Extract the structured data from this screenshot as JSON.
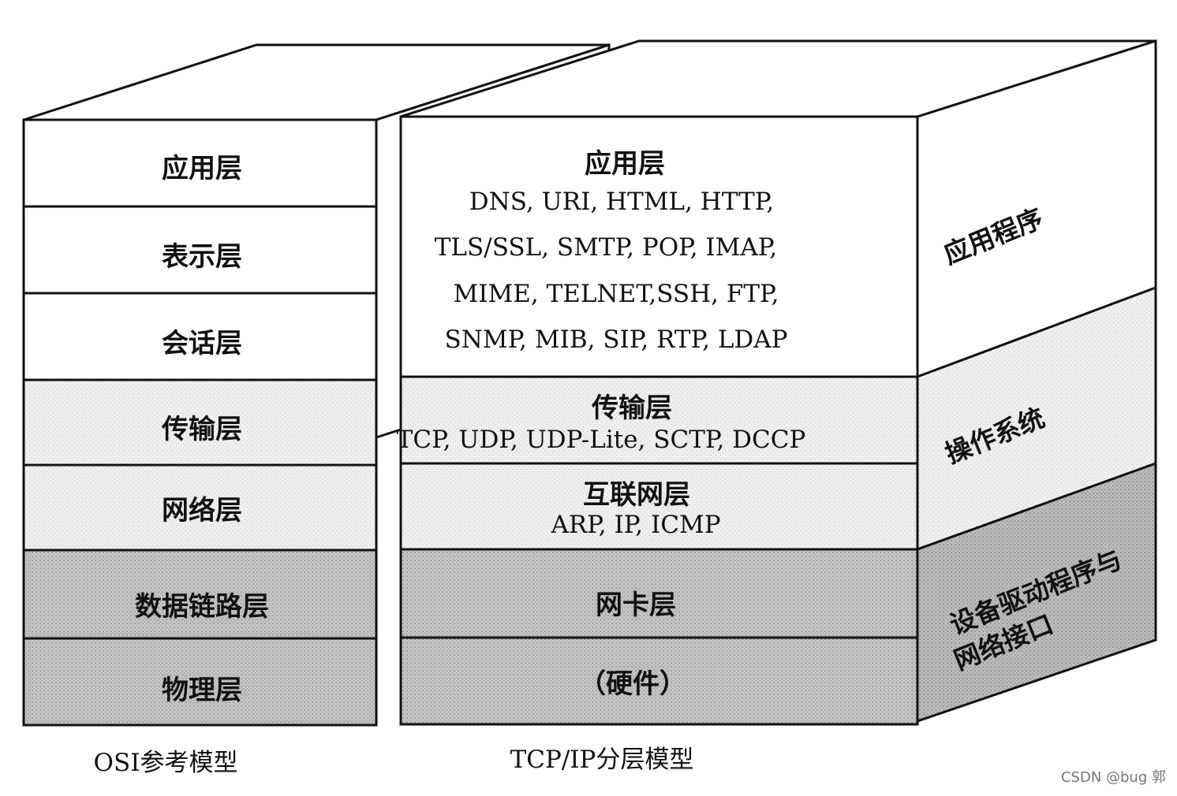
{
  "colors": {
    "line": "#111111",
    "white_layer": "#ffffff",
    "light_layer": "#eeeeee",
    "dark_layer": "#bdbdbd"
  },
  "osi": {
    "caption": "OSI参考模型",
    "layers": [
      "应用层",
      "表示层",
      "会话层",
      "传输层",
      "网络层",
      "数据链路层",
      "物理层"
    ]
  },
  "tcpip": {
    "caption": "TCP/IP分层模型",
    "layers": [
      {
        "name": "应用层",
        "protocols": [
          "DNS, URI, HTML, HTTP,",
          "TLS/SSL, SMTP, POP, IMAP,",
          "MIME, TELNET,SSH, FTP,",
          "SNMP, MIB, SIP, RTP, LDAP"
        ]
      },
      {
        "name": "传输层",
        "protocols": [
          "TCP, UDP, UDP-Lite, SCTP, DCCP"
        ]
      },
      {
        "name": "互联网层",
        "protocols": [
          "ARP, IP, ICMP"
        ]
      },
      {
        "name": "网卡层",
        "protocols": []
      },
      {
        "name": "（硬件）",
        "protocols": []
      }
    ]
  },
  "side": {
    "application": "应用程序",
    "os": "操作系统",
    "driver_line1": "设备驱动程序与",
    "driver_line2": "网络接口"
  },
  "watermark": "CSDN @bug 郭"
}
